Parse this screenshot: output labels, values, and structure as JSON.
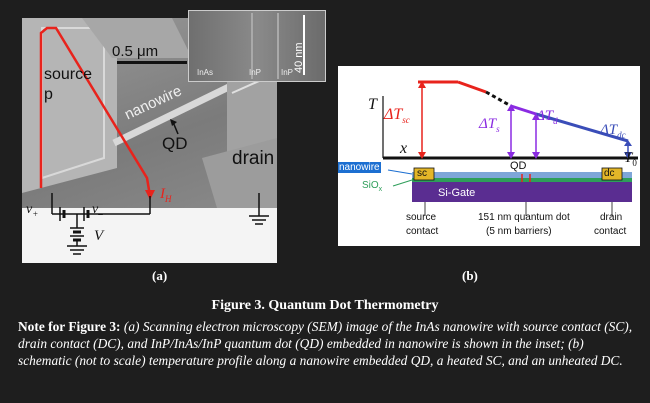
{
  "panel_a": {
    "scale_bar": "0.5 μm",
    "labels": {
      "source": "source",
      "nanowire": "nanowire",
      "qd": "QD",
      "drain": "drain",
      "v_plus": "v",
      "v_minus": "v",
      "i_h": "I",
      "i_h_sub": "H",
      "v": "V"
    },
    "inset": {
      "scale": "40 nm",
      "labels": [
        "InAs",
        "InP",
        "InP"
      ]
    },
    "caption": "(a)"
  },
  "panel_b": {
    "axis_t": "T",
    "axis_x": "x",
    "t0": "T",
    "t0_sub": "0",
    "delta_tsc": "ΔT",
    "delta_tsc_sub": "sc",
    "delta_ts": "ΔT",
    "delta_ts_sub": "s",
    "delta_td": "ΔT",
    "delta_td_sub": "d",
    "delta_tdc": "ΔT",
    "delta_tdc_sub": "dc",
    "qd": "QD",
    "nanowire": "nanowire",
    "siox": "SiO",
    "siox_sub": "x",
    "sc": "sc",
    "dc": "dc",
    "si_gate": "Si-Gate",
    "source_contact_1": "source",
    "source_contact_2": "contact",
    "qd_desc_1": "151 nm quantum dot",
    "qd_desc_2": "(5 nm barriers)",
    "drain_contact_1": "drain",
    "drain_contact_2": "contact",
    "caption": "(b)"
  },
  "figure_title": "Figure 3. Quantum Dot Thermometry",
  "note": {
    "lead": "Note for Figure 3:",
    "body": " (a) Scanning electron microscopy (SEM) image of the InAs nanowire with source contact (SC), drain contact (DC), and InP/InAs/InP quantum dot (QD) embedded in nanowire is shown in the inset; (b) schematic (not to scale) temperature profile along a nanowire embedded QD, a heated SC, and an unheated DC."
  },
  "colors": {
    "background": "#1e1e1e",
    "heating_red": "#e8231c",
    "purple": "#8a2be2",
    "blue": "#3a4db8",
    "gate_purple": "#5a2d91",
    "oxide_green": "#2e9e5a",
    "contact_yellow": "#e3b628"
  }
}
